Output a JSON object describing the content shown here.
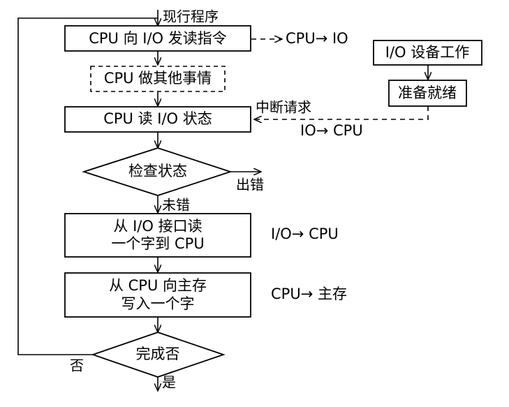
{
  "labels": {
    "start": "现行程序",
    "issue_read": "CPU 向 I/O 发读指令",
    "cpu_other": "CPU 做其他事情",
    "read_status": "CPU 读 I/O 状态",
    "check_status": "检查状态",
    "error": "出错",
    "no_error": "未错",
    "read_word_line1": "从 I/O 接口读",
    "read_word_line2": "一个字到 CPU",
    "write_mem_line1": "从 CPU 向主存",
    "write_mem_line2": "写入一个字",
    "done_q": "完成否",
    "no": "否",
    "yes": "是",
    "cpu_to_io": "CPU→ IO",
    "io_device_work": "I/O 设备工作",
    "ready": "准备就绪",
    "interrupt_request": "中断请求",
    "io_to_cpu": "IO→ CPU",
    "io_to_cpu_2": "I/O→ CPU",
    "cpu_to_mem": "CPU→ 主存"
  }
}
